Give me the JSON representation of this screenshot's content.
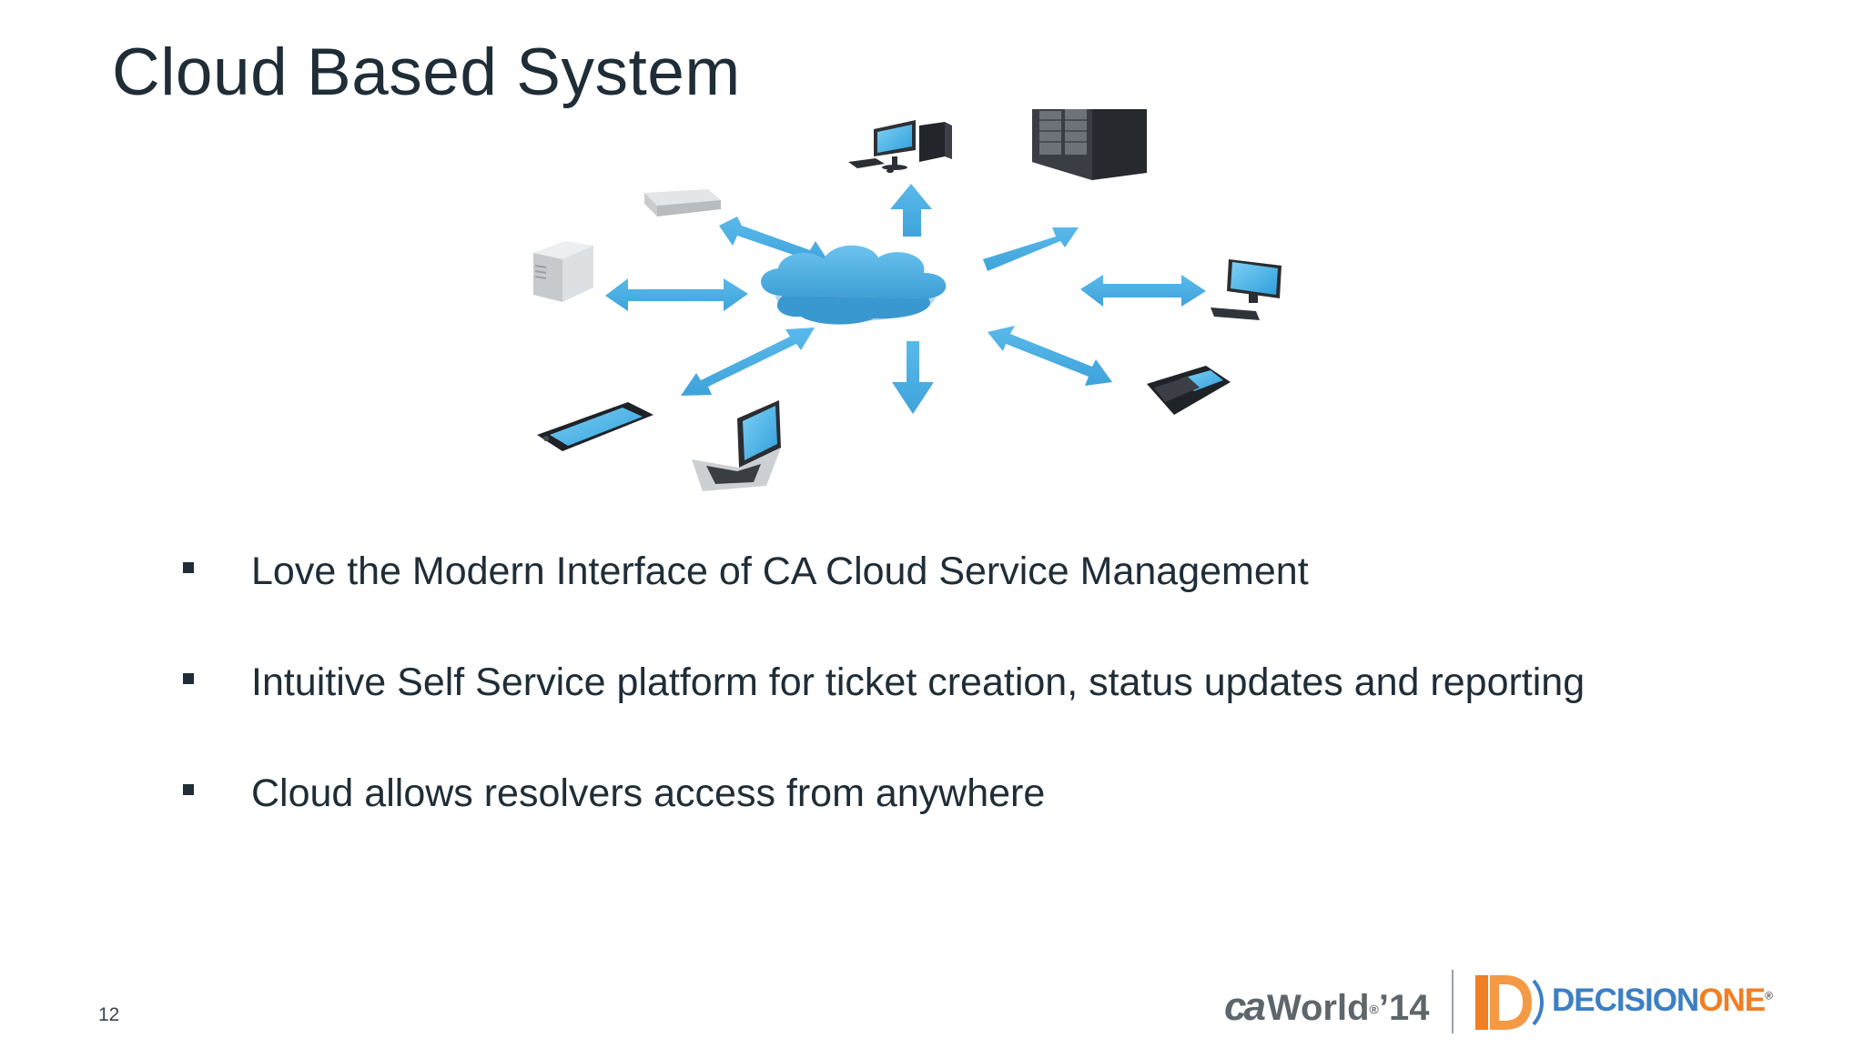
{
  "slide": {
    "title": "Cloud Based System",
    "page_number": "12"
  },
  "diagram": {
    "center": "cloud-icon",
    "devices": [
      "desktop-computer",
      "server-rack",
      "monitor-keyboard",
      "smartphone",
      "laptop",
      "mobile-phone",
      "storage-box",
      "network-switch"
    ],
    "colors": {
      "accent_blue": "#4fb3e6",
      "device_dark": "#2a2d31",
      "device_light": "#d8dadc"
    }
  },
  "bullets": [
    {
      "text": "Love the Modern Interface of CA Cloud Service Management"
    },
    {
      "text": "Intuitive Self Service platform for ticket creation, status updates and reporting"
    },
    {
      "text": "Cloud allows resolvers access from anywhere"
    }
  ],
  "footer": {
    "caworld": {
      "ca": "ca",
      "world": "World",
      "reg": "®",
      "year": "’14"
    },
    "decisionone": {
      "decision": "DECISION",
      "one": "ONE",
      "reg": "®"
    }
  },
  "colors": {
    "text": "#1f2d37",
    "brand_blue": "#3c7fc4",
    "brand_orange": "#f07f25",
    "caworld_gray": "#5e666c"
  }
}
